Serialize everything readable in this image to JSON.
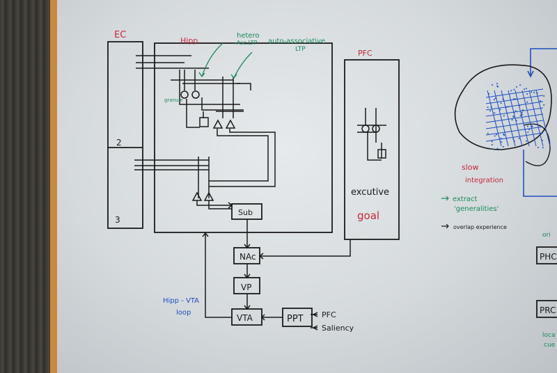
{
  "ec": {
    "label": "EC",
    "layer2": "2",
    "layer3": "3"
  },
  "hipp": {
    "label": "Hipp."
  },
  "ltp": {
    "hetero": "hetero",
    "asc": "-Asc.LTP",
    "auto": "auto-associative",
    "auto_ltp": "LTP"
  },
  "granule": "granule",
  "pfc": {
    "label": "PFC",
    "executive": "excutive",
    "goal": "goal"
  },
  "nodes": {
    "sub": "Sub",
    "nac": "NAc",
    "vp": "VP",
    "vta": "VTA",
    "ppt": "PPT"
  },
  "ppt_inputs": {
    "pfc": "PFC",
    "saliency": "Saliency"
  },
  "loop": {
    "line1": "Hipp - VTA",
    "line2": "loop"
  },
  "slow": {
    "line1": "slow",
    "line2": "integration"
  },
  "notes": {
    "extract": "extract",
    "generalities": "'generalities'",
    "overlap": "overlap experience"
  },
  "right_edge": {
    "phc": "PHC",
    "prc": "PRC",
    "ori": "ori",
    "loca": "loca",
    "cue": "cue"
  },
  "colors": {
    "ink": "#1a1a1a",
    "red": "#c8283a",
    "green": "#1b8a5a",
    "blue": "#1e4fc0",
    "frame": "#c98a3a"
  }
}
